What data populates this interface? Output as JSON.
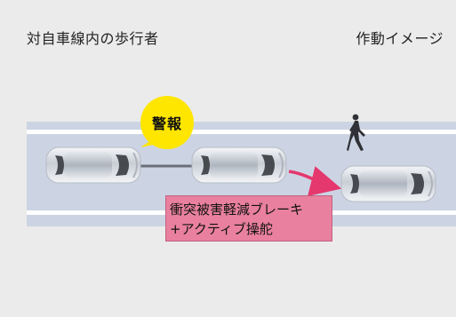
{
  "header": {
    "left_title": "対自車線内の歩行者",
    "right_title": "作動イメージ"
  },
  "diagram": {
    "warning_label": "警報",
    "callout_line1": "衝突被害軽減ブレーキ",
    "callout_line2": "+アクティブ操舵"
  },
  "colors": {
    "background": "#ebebeb",
    "road": "#ccd4e3",
    "lane_line": "#ffffff",
    "warning_bubble": "#ffe600",
    "callout": "#e9809f",
    "steering_arrow": "#e5386e",
    "connector": "#6b6f78"
  },
  "icons": {
    "pedestrian": "walking-pedestrian-icon",
    "car": "car-top-view-icon",
    "steering": "curved-arrow-icon"
  }
}
